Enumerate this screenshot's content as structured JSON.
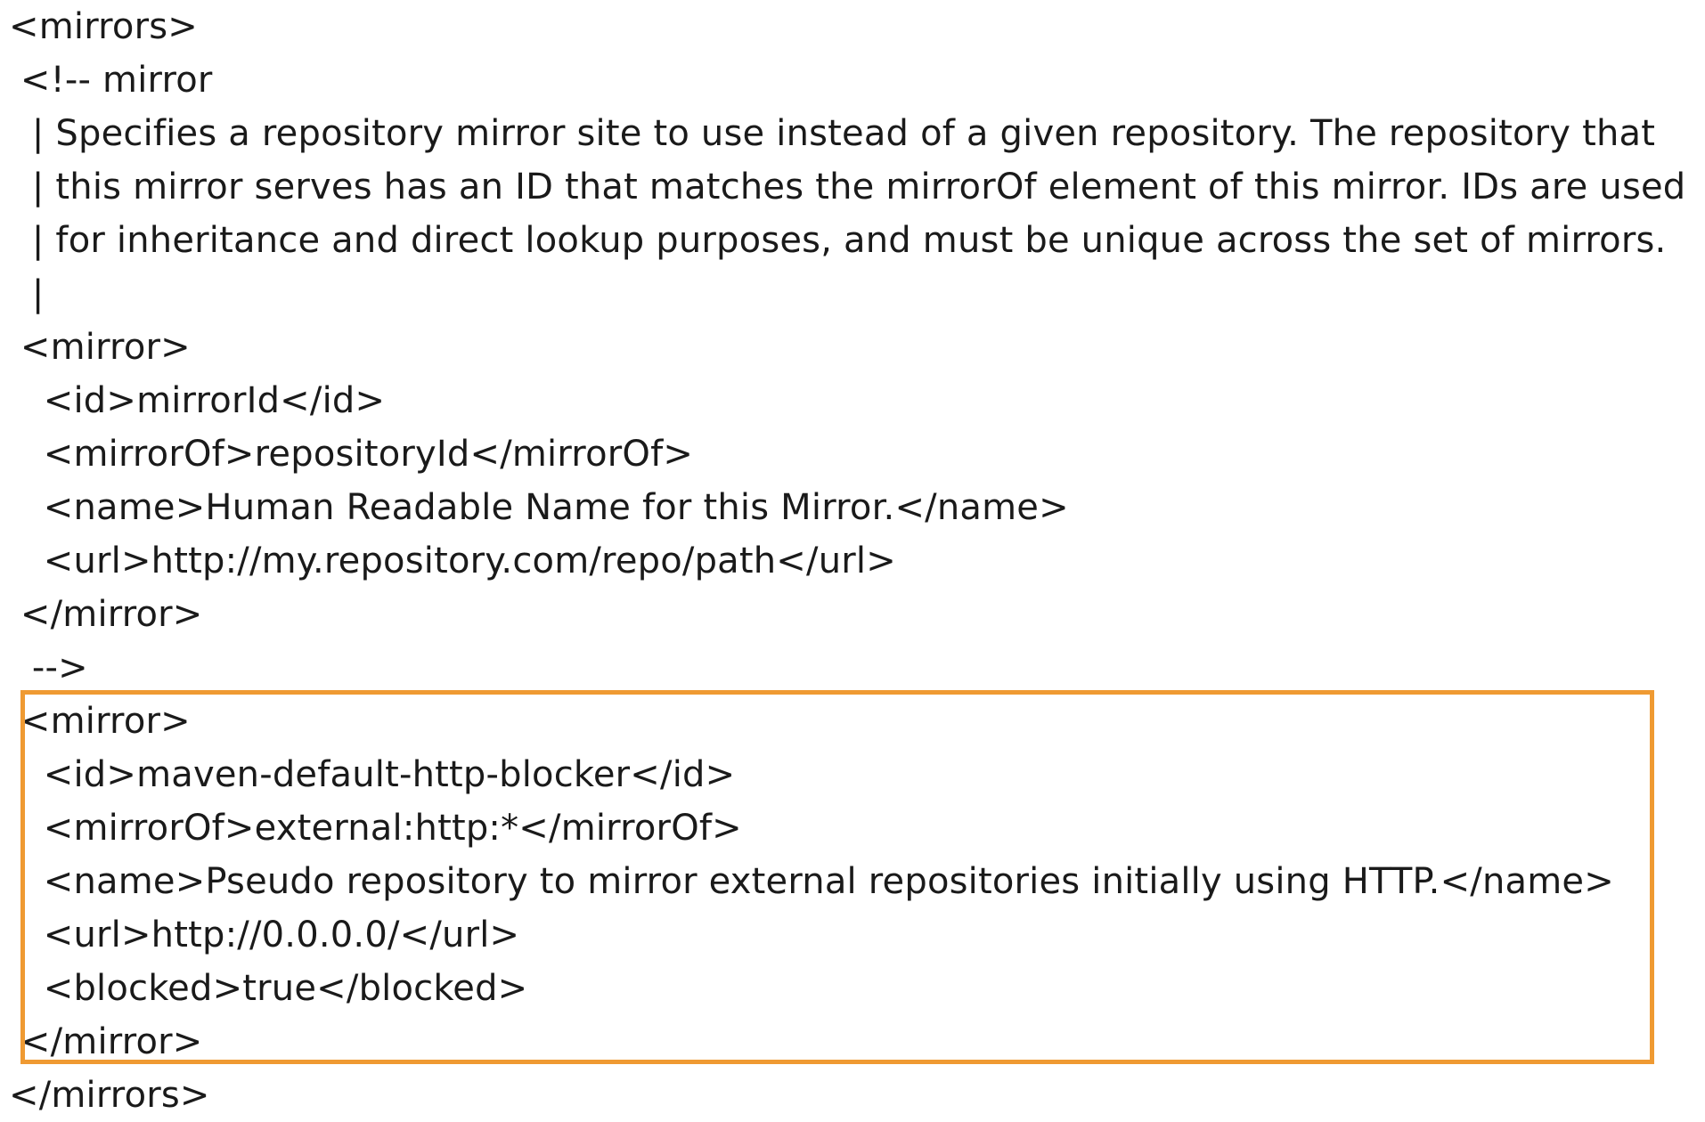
{
  "code": {
    "lines": [
      "<mirrors>",
      " <!-- mirror",
      "  | Specifies a repository mirror site to use instead of a given repository. The repository that",
      "  | this mirror serves has an ID that matches the mirrorOf element of this mirror. IDs are used",
      "  | for inheritance and direct lookup purposes, and must be unique across the set of mirrors.",
      "  |",
      " <mirror>",
      "   <id>mirrorId</id>",
      "   <mirrorOf>repositoryId</mirrorOf>",
      "   <name>Human Readable Name for this Mirror.</name>",
      "   <url>http://my.repository.com/repo/path</url>",
      " </mirror>",
      "  -->",
      " <mirror>",
      "   <id>maven-default-http-blocker</id>",
      "   <mirrorOf>external:http:*</mirrorOf>",
      "   <name>Pseudo repository to mirror external repositories initially using HTTP.</name>",
      "   <url>http://0.0.0.0/</url>",
      "   <blocked>true</blocked>",
      " </mirror>",
      "</mirrors>"
    ]
  },
  "highlight": {
    "color": "#ef9a32"
  }
}
